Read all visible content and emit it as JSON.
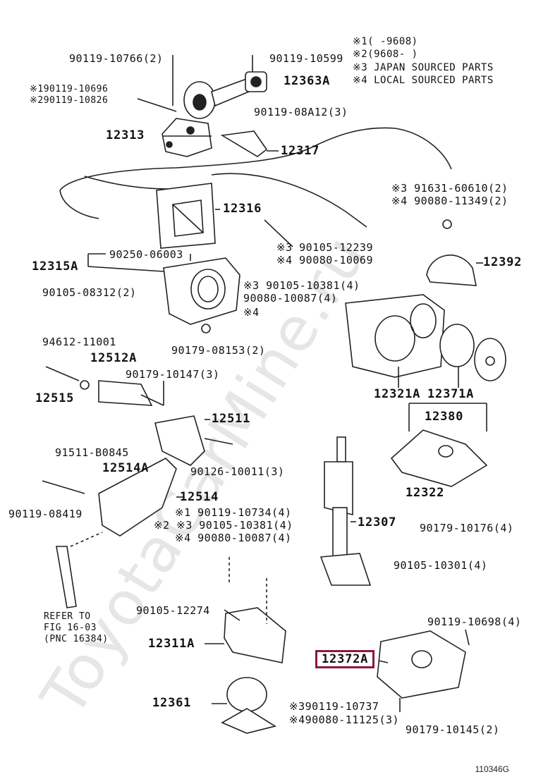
{
  "watermark": "ToyotaCarMine.ru",
  "drawing_code": "110346G",
  "notes": [
    {
      "mark": "※1",
      "text": "(    -9608)"
    },
    {
      "mark": "※2",
      "text": "(9608-    )"
    },
    {
      "mark": "※3",
      "text": "JAPAN SOURCED PARTS"
    },
    {
      "mark": "※4",
      "text": "LOCAL SOURCED PARTS"
    }
  ],
  "parts": {
    "p90119_10766": "90119-10766(2)",
    "p90119_10599": "90119-10599",
    "p12363A": "12363A",
    "p190119_10696": "※190119-10696",
    "p290119_10826": "※290119-10826",
    "p90119_08A12": "90119-08A12(3)",
    "p12313": "12313",
    "p12317": "12317",
    "p12316": "12316",
    "p91631_60610": "※3 91631-60610(2)",
    "p90080_11349": "※4 90080-11349(2)",
    "p12315A": "12315A",
    "p90250_06003": "90250-06003",
    "p90105_12239": "※3 90105-12239",
    "p90080_10069": "※4 90080-10069",
    "p12392": "12392",
    "p90105_08312": "90105-08312(2)",
    "p90105_10381a": "※3 90105-10381(4)",
    "p90080_10087a": "90080-10087(4)",
    "p_mark4": "※4",
    "p90179_08153": "90179-08153(2)",
    "p94612_11001": "94612-11001",
    "p12512A": "12512A",
    "p90179_10147": "90179-10147(3)",
    "p12515": "12515",
    "p12321A": "12321A",
    "p12371A": "12371A",
    "p12380": "12380",
    "p12511": "12511",
    "p91511_B0845": "91511-B0845",
    "p12514A": "12514A",
    "p90126_10011": "90126-10011(3)",
    "p12322": "12322",
    "p12514": "12514",
    "p90119_08419": "90119-08419",
    "p90119_10734": "※1 90119-10734(4)",
    "p90105_10381b": "※2 ※3 90105-10381(4)",
    "p90080_10087b": "※4 90080-10087(4)",
    "p12307": "12307",
    "p90179_10176": "90179-10176(4)",
    "p90105_10301": "90105-10301(4)",
    "p_refer1": "REFER TO",
    "p_refer2": "FIG 16-03",
    "p_refer3": "(PNC 16384)",
    "p90105_12274": "90105-12274",
    "p90119_10698": "90119-10698(4)",
    "p12311A": "12311A",
    "p12372A": "12372A",
    "p12361": "12361",
    "p90119_10737": "※390119-10737",
    "p90080_11125": "※490080-11125(3)",
    "p90179_10145": "90179-10145(2)"
  }
}
